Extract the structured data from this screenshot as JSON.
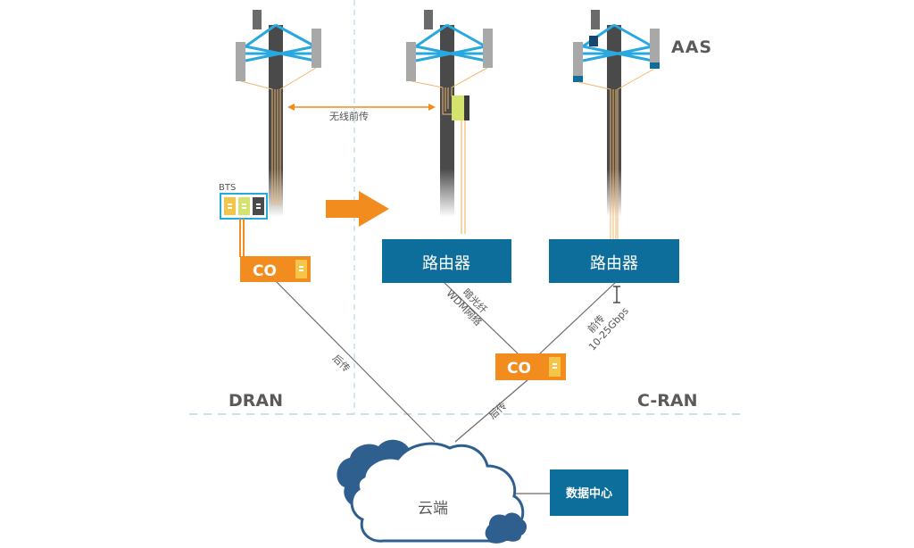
{
  "labels": {
    "aas": "AAS",
    "wireless_fronthaul": "无线前传",
    "bts": "BTS",
    "router_left": "路由器",
    "router_right": "路由器",
    "co_left": "CO",
    "co_center": "CO",
    "dark_fiber_line1": "暗光纤",
    "dark_fiber_line2": "WDM网络",
    "fronthaul_line1": "前传",
    "fronthaul_line2": "10-25Gbps",
    "backhaul_left": "后传",
    "backhaul_right": "后传",
    "dran": "DRAN",
    "cran": "C-RAN",
    "cloud": "云端",
    "datacenter": "数据中心"
  },
  "colors": {
    "orange": "#f28c1e",
    "router_blue": "#0d6e9c",
    "cloud_blue": "#2e5f8e",
    "tower_gray": "#4a4a4a",
    "antenna_gray": "#a8a8a8",
    "arm_blue": "#29a8e0",
    "yellow": "#f5c54a",
    "lime": "#d4e36b",
    "dashed": "#c9dff0"
  }
}
